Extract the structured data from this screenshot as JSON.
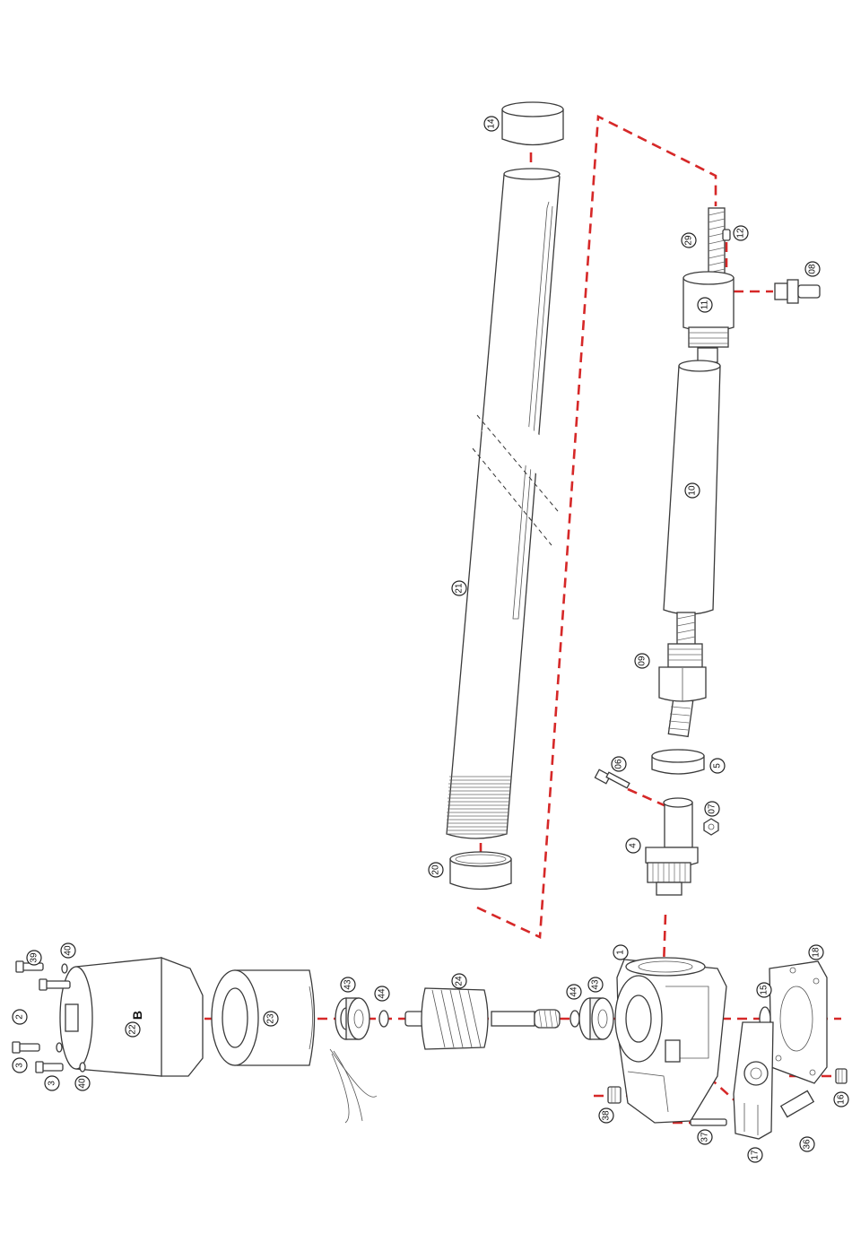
{
  "colors": {
    "leader": "#d62828",
    "line": "#3a3a3a"
  },
  "callouts": {
    "p1": "1",
    "p2": "2",
    "p3a": "3",
    "p3b": "3",
    "p4": "4",
    "p5": "5",
    "p06": "06",
    "p07": "07",
    "p08": "08",
    "p09": "09",
    "p10": "10",
    "p11": "11",
    "p12": "12",
    "p14": "14",
    "p15": "15",
    "p16": "16",
    "p17": "17",
    "p18": "18",
    "p20": "20",
    "p21": "21",
    "p22": "22",
    "p22_suffix": "B",
    "p23": "23",
    "p24": "24",
    "p29": "29",
    "p36": "36",
    "p37": "37",
    "p38": "38",
    "p39": "39",
    "p40a": "40",
    "p40b": "40",
    "p43a": "43",
    "p43b": "43",
    "p44a": "44",
    "p44b": "44"
  }
}
